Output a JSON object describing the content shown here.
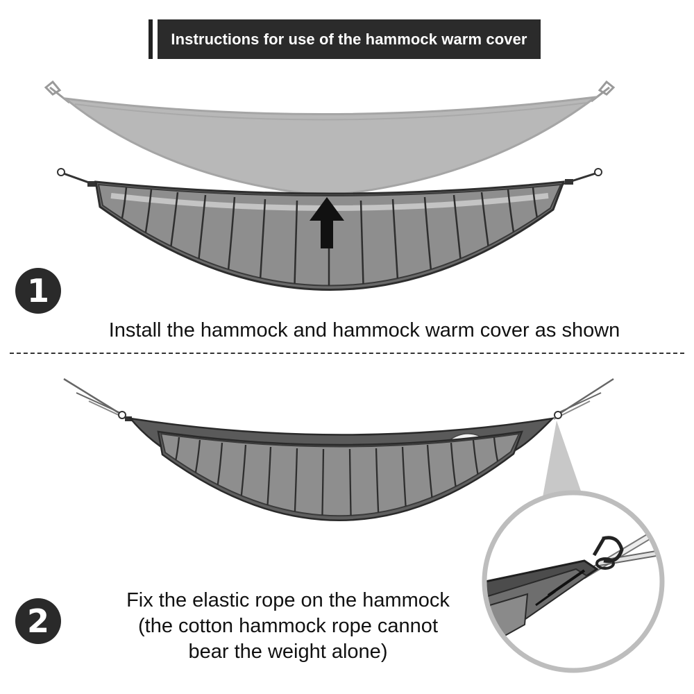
{
  "header": {
    "title": "Instructions for use of the hammock warm cover"
  },
  "steps": [
    {
      "number": "1",
      "caption": "Install the hammock and hammock warm cover as shown"
    },
    {
      "number": "2",
      "caption_lines": [
        "Fix the elastic rope on the hammock",
        "(the cotton hammock rope cannot",
        "bear the weight alone)"
      ]
    }
  ],
  "colors": {
    "title_background": "#2b2b2b",
    "badge_background": "#2a2a2a",
    "hammock_light": "#b8b8b8",
    "underquilt_gray": "#8e8e8e",
    "outline": "#2e2e2e"
  },
  "icons": {
    "arrow": "up-arrow-icon",
    "badge": "numbered-circle"
  }
}
